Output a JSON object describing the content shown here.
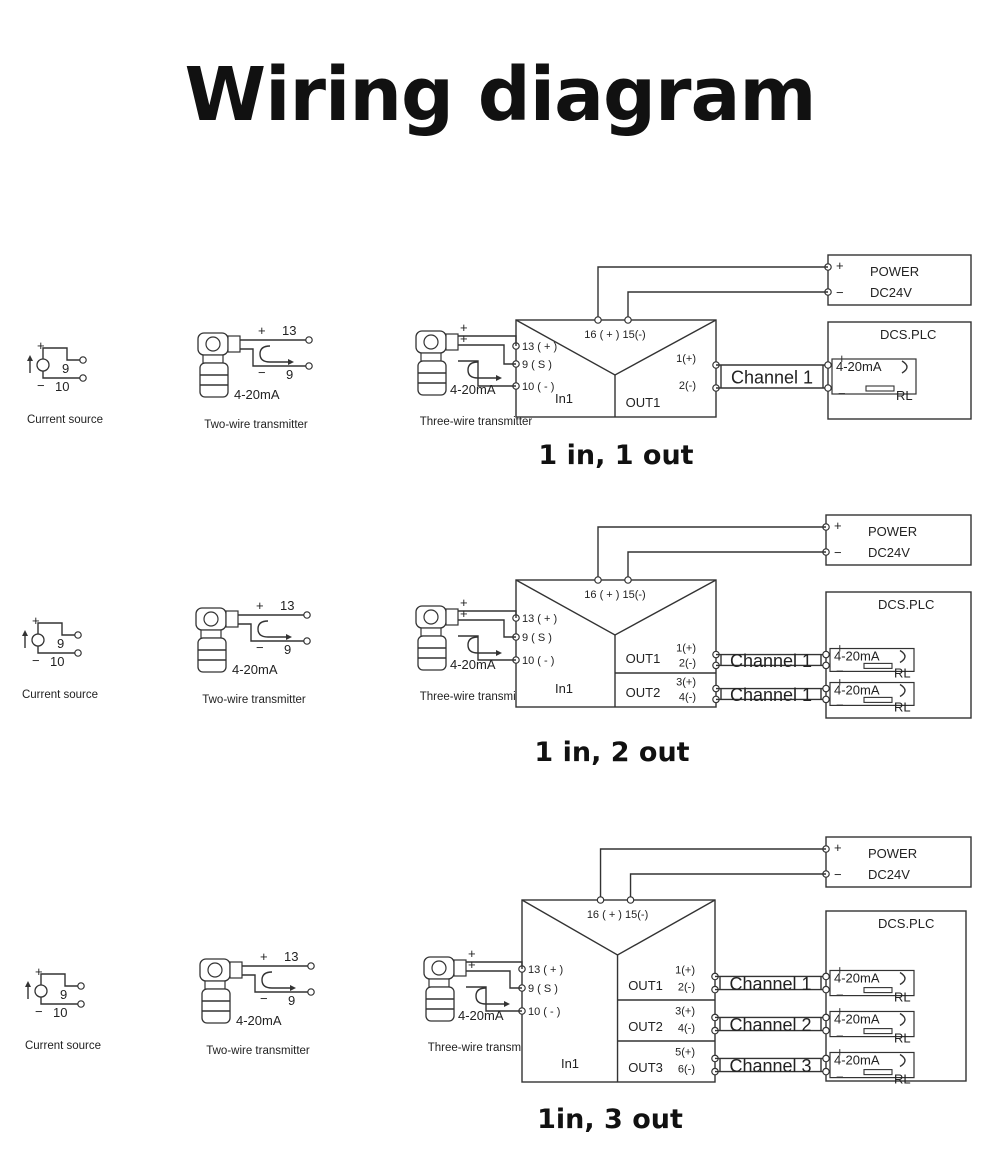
{
  "title": "Wiring diagram",
  "legend": {
    "current_source": "Current source",
    "two_wire": "Two-wire transmitter",
    "three_wire": "Three-wire transmitter",
    "plus": "+",
    "minus": "−",
    "t13": "13",
    "t9": "9",
    "t10": "10",
    "signal": "4-20mA"
  },
  "module": {
    "power_terminals": "16 ( + ) 15(-)",
    "in13": "13 ( + )",
    "in9": "9 ( S )",
    "in10": "10 ( - )",
    "in_label": "In1",
    "out1": "OUT1",
    "out2": "OUT2",
    "out3": "OUT3",
    "o1p": "1(+)",
    "o1m": "2(-)",
    "o2p": "3(+)",
    "o2m": "4(-)",
    "o3p": "5(+)",
    "o3m": "6(-)"
  },
  "power": {
    "label": "POWER",
    "voltage": "DC24V"
  },
  "dcs": {
    "label": "DCS.PLC",
    "signal": "4-20mA",
    "load": "RL"
  },
  "channels": [
    "Channel 1",
    "Channel 2",
    "Channel 3"
  ],
  "sections": [
    {
      "caption": "1 in, 1 out",
      "outputs": 1
    },
    {
      "caption": "1 in, 2 out",
      "outputs": 2
    },
    {
      "caption": "1in, 3 out",
      "outputs": 3
    }
  ]
}
